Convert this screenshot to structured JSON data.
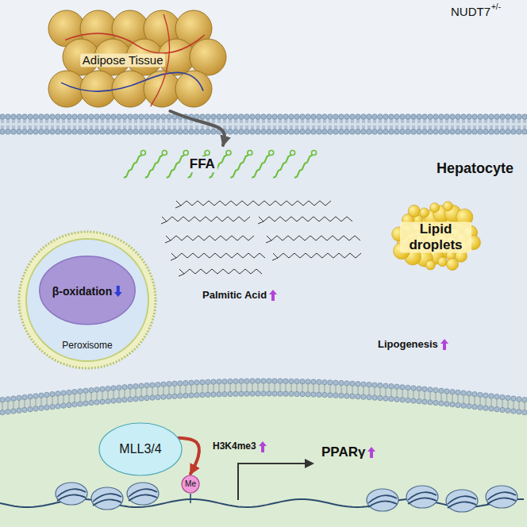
{
  "diagram": {
    "nodes": [
      {
        "text": [
          "Adipose Tissue"
        ]
      },
      {
        "text": [
          "FFA"
        ]
      },
      {
        "text": [
          "β-oxidation",
          "Peroxisome"
        ]
      },
      {
        "text": [
          "Lipid droplets"
        ]
      },
      {
        "text": [
          "MLL3/4"
        ]
      },
      {
        "text": [
          "Me"
        ]
      }
    ],
    "edges": [
      {
        "from": 0,
        "to": 1,
        "arrow": "to"
      },
      {
        "from": 4,
        "to": 5,
        "arrow": "to"
      }
    ],
    "labels": [
      "NUDT7",
      "+/-",
      "Hepatocyte",
      "Palmitic Acid",
      "Lipogenesis",
      "H3K4me3",
      "PPARγ"
    ]
  }
}
